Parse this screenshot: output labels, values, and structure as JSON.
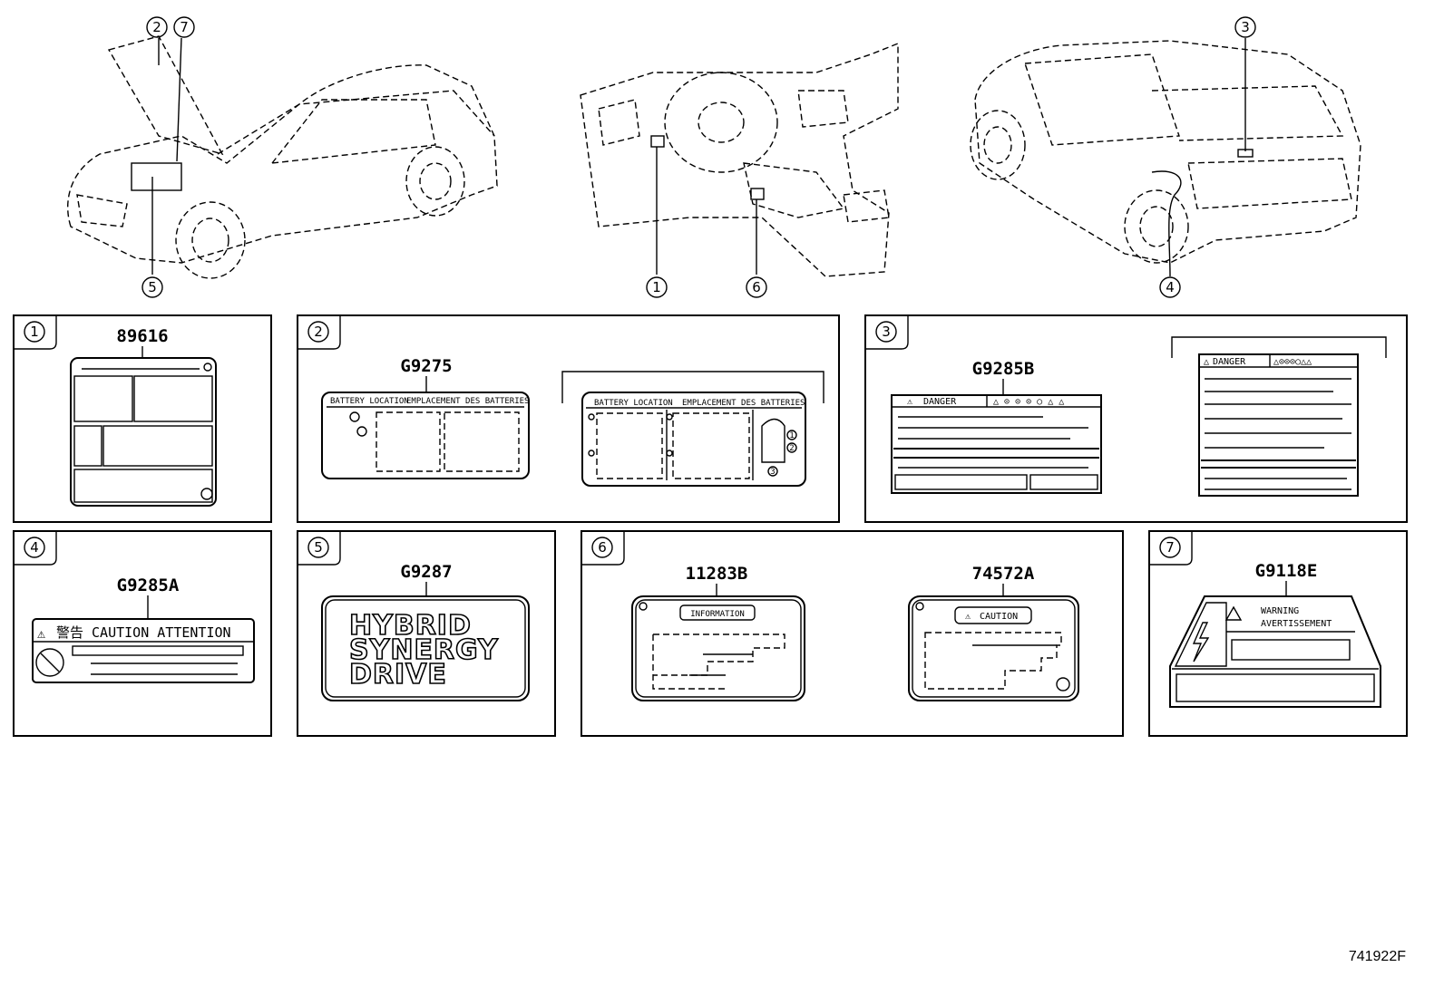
{
  "diagram_ref": "741922F",
  "callouts": {
    "c1": "1",
    "c2": "2",
    "c3": "3",
    "c4": "4",
    "c5": "5",
    "c6": "6",
    "c7": "7"
  },
  "panels": {
    "p1": {
      "num": "1",
      "part": "89616"
    },
    "p2": {
      "num": "2",
      "part": "G9275",
      "label_left": "BATTERY LOCATION",
      "label_right": "EMPLACEMENT DES BATTERIES",
      "m1": "1",
      "m2": "2",
      "m3": "3"
    },
    "p3": {
      "num": "3",
      "part": "G9285B",
      "danger": "DANGER"
    },
    "p4": {
      "num": "4",
      "part": "G9285A",
      "caution_text": "警告 CAUTION ATTENTION"
    },
    "p5": {
      "num": "5",
      "part": "G9287",
      "line1": "HYBRID",
      "line2": "SYNERGY",
      "line3": "DRIVE"
    },
    "p6": {
      "num": "6",
      "part_a": "11283B",
      "part_b": "74572A",
      "info": "INFORMATION",
      "caution": "CAUTION"
    },
    "p7": {
      "num": "7",
      "part": "G9118E",
      "warning": "WARNING",
      "avert": "AVERTISSEMENT"
    }
  }
}
